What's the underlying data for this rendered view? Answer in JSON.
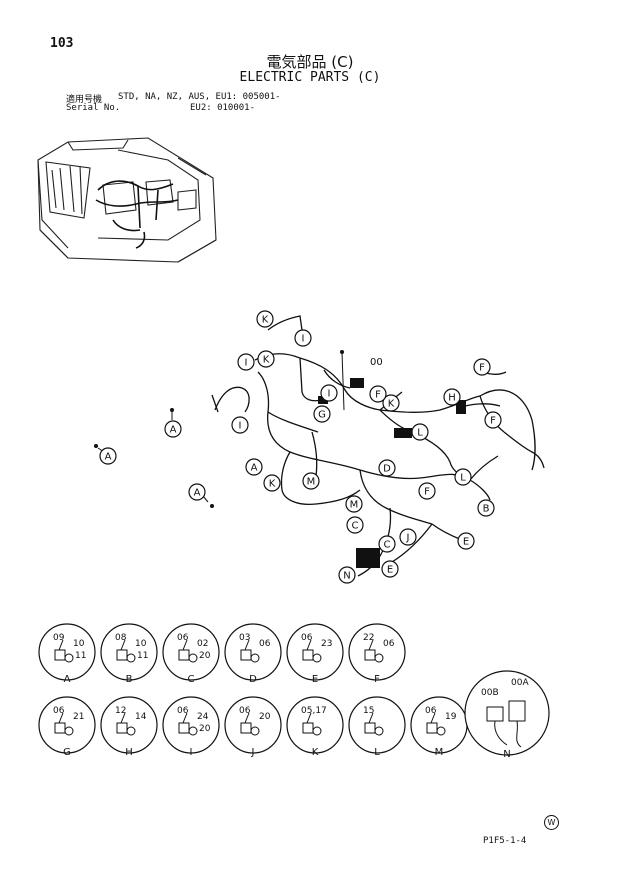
{
  "header": {
    "page_number": "103",
    "title_jp": "電気部品 (C)",
    "title_en": "ELECTRIC PARTS (C)",
    "serial_label_jp": "適用号機",
    "serial_label_en": "Serial No.",
    "serial_line_1": "STD, NA, NZ, AUS, EU1: 005001-",
    "serial_line_2": "EU2: 010001-"
  },
  "main_callouts": [
    "K",
    "I",
    "K",
    "I",
    "00",
    "G",
    "F",
    "K",
    "H",
    "F",
    "I",
    "A",
    "A",
    "L",
    "I",
    "F",
    "A",
    "K",
    "M",
    "D",
    "C",
    "F",
    "L",
    "A",
    "B",
    "M",
    "C",
    "E",
    "J",
    "N",
    "E"
  ],
  "details": [
    {
      "letter": "A",
      "parts": [
        "09",
        "10",
        "11"
      ]
    },
    {
      "letter": "B",
      "parts": [
        "08",
        "10",
        "11"
      ]
    },
    {
      "letter": "C",
      "parts": [
        "06",
        "02",
        "20"
      ]
    },
    {
      "letter": "D",
      "parts": [
        "03",
        "06"
      ]
    },
    {
      "letter": "E",
      "parts": [
        "06",
        "23"
      ]
    },
    {
      "letter": "F",
      "parts": [
        "22",
        "06"
      ]
    },
    {
      "letter": "G",
      "parts": [
        "06",
        "21"
      ]
    },
    {
      "letter": "H",
      "parts": [
        "12",
        "14"
      ]
    },
    {
      "letter": "I",
      "parts": [
        "06",
        "24",
        "20"
      ]
    },
    {
      "letter": "J",
      "parts": [
        "06",
        "20"
      ]
    },
    {
      "letter": "K",
      "parts": [
        "05,17"
      ]
    },
    {
      "letter": "L",
      "parts": [
        "15"
      ]
    },
    {
      "letter": "M",
      "parts": [
        "06",
        "19"
      ]
    },
    {
      "letter": "N",
      "parts": [
        "00A",
        "00B"
      ]
    }
  ],
  "footer": {
    "code": "P1F5-1-4",
    "mark": "W"
  }
}
